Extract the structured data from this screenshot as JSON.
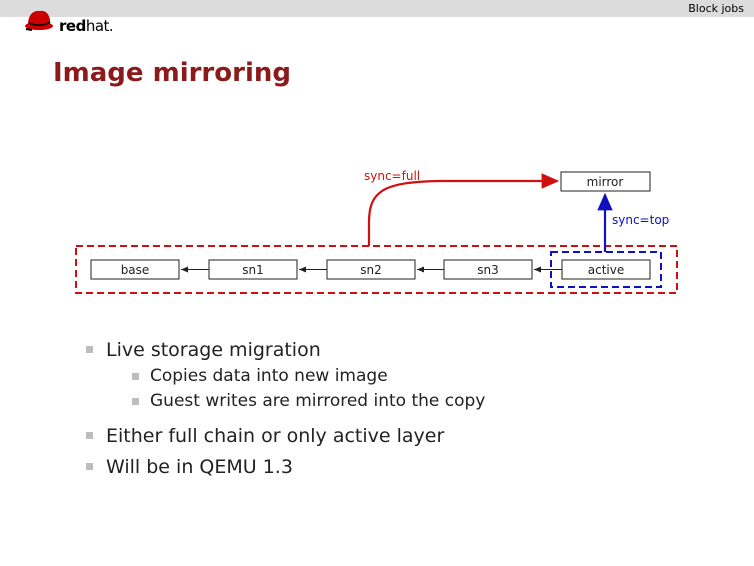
{
  "header": {
    "section_label": "Block jobs",
    "logo": {
      "icon": "red-fedora-icon",
      "text_bold": "red",
      "text_light": "hat."
    }
  },
  "slide": {
    "title": "Image mirroring"
  },
  "diagram": {
    "colors": {
      "full": "#d01010",
      "top": "#1010c0",
      "box_border": "#222222",
      "arrow": "#222222"
    },
    "nodes": [
      {
        "id": "base",
        "label": "base"
      },
      {
        "id": "sn1",
        "label": "sn1"
      },
      {
        "id": "sn2",
        "label": "sn2"
      },
      {
        "id": "sn3",
        "label": "sn3"
      },
      {
        "id": "active",
        "label": "active"
      },
      {
        "id": "mirror",
        "label": "mirror"
      }
    ],
    "edges": [
      {
        "from": "sn1",
        "to": "base"
      },
      {
        "from": "sn2",
        "to": "sn1"
      },
      {
        "from": "sn3",
        "to": "sn2"
      },
      {
        "from": "active",
        "to": "sn3"
      },
      {
        "from": "full-chain-group",
        "to": "mirror",
        "label": "sync=full"
      },
      {
        "from": "active-group",
        "to": "mirror",
        "label": "sync=top"
      }
    ],
    "labels": {
      "sync_full": "sync=full",
      "sync_top": "sync=top"
    }
  },
  "bullets": [
    {
      "text": "Live storage migration",
      "children": [
        {
          "text": "Copies data into new image"
        },
        {
          "text": "Guest writes are mirrored into the copy"
        }
      ]
    },
    {
      "text": "Either full chain or only active layer",
      "children": []
    },
    {
      "text": "Will be in QEMU 1.3",
      "children": []
    }
  ]
}
